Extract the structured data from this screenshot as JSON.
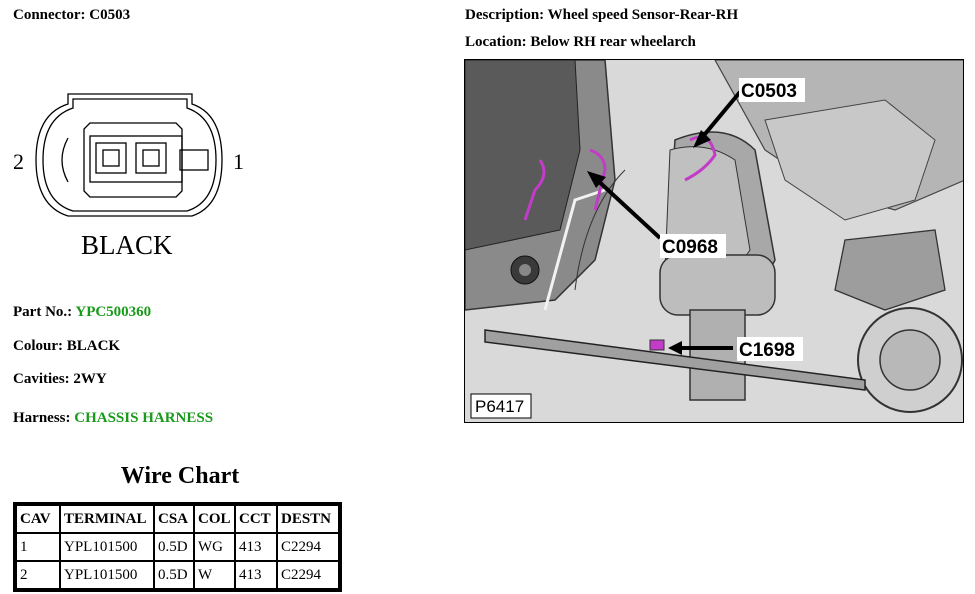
{
  "connector": {
    "label": "Connector:",
    "value": "C0503"
  },
  "description": {
    "label": "Description:",
    "value": "Wheel speed Sensor-Rear-RH"
  },
  "location": {
    "label": "Location:",
    "value": "Below RH rear wheelarch"
  },
  "diagram": {
    "pin_left": "2",
    "pin_right": "1",
    "color_text": "BLACK"
  },
  "part_no": {
    "label": "Part No.:",
    "value": "YPC500360"
  },
  "colour": {
    "label": "Colour:",
    "value": "BLACK"
  },
  "cavities": {
    "label": "Cavities:",
    "value": "2WY"
  },
  "harness": {
    "label": "Harness:",
    "value": "CHASSIS HARNESS"
  },
  "wire_chart": {
    "title": "Wire Chart",
    "headers": [
      "CAV",
      "TERMINAL",
      "CSA",
      "COL",
      "CCT",
      "DESTN"
    ],
    "rows": [
      [
        "1",
        "YPL101500",
        "0.5D",
        "WG",
        "413",
        "C2294"
      ],
      [
        "2",
        "YPL101500",
        "0.5D",
        "W",
        "413",
        "C2294"
      ]
    ]
  },
  "photo": {
    "callouts": {
      "c0503": "C0503",
      "c0968": "C0968",
      "c1698": "C1698"
    },
    "figure_id": "P6417"
  },
  "colors": {
    "green": "#1a9a1a",
    "magenta": "#c23cc8"
  }
}
